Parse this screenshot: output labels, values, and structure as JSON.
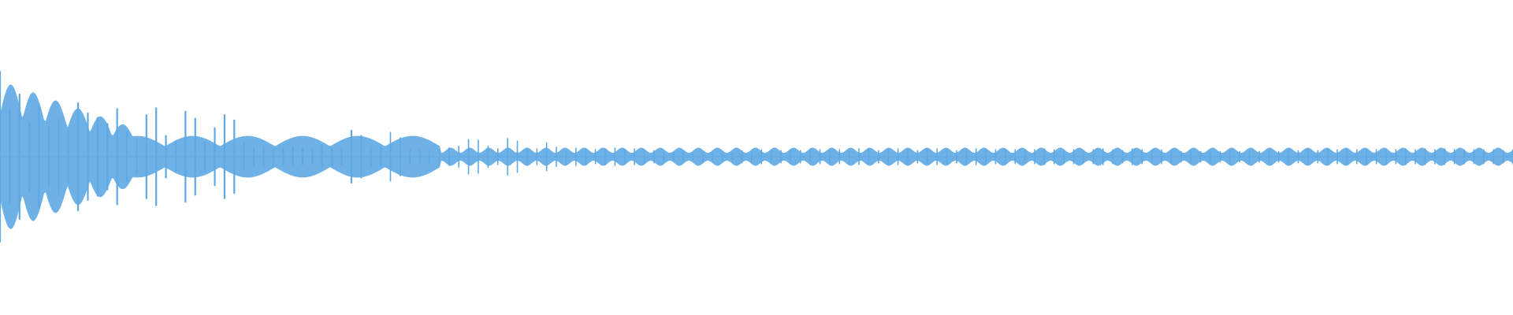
{
  "chart_data": {
    "type": "area",
    "title": "",
    "xlabel": "",
    "ylabel": "",
    "series": [
      {
        "values": [
          0.98,
          0.55,
          0.72,
          0.4,
          0.58,
          0.34,
          0.43,
          0.3,
          0.62,
          0.5,
          0.45,
          0.38,
          0.55,
          0.28,
          0.2,
          0.48,
          0.56,
          0.24,
          0.18,
          0.52,
          0.44,
          0.16,
          0.33,
          0.48,
          0.42,
          0.15,
          0.1,
          0.12,
          0.09,
          0.1,
          0.11,
          0.09,
          0.08,
          0.12,
          0.1,
          0.09,
          0.3,
          0.24,
          0.12,
          0.1,
          0.28,
          0.22,
          0.09,
          0.08,
          0.07,
          0.08,
          0.1,
          0.12,
          0.2,
          0.19,
          0.12,
          0.09,
          0.21,
          0.18,
          0.1,
          0.09,
          0.16,
          0.11,
          0.08,
          0.1,
          0.09,
          0.08,
          0.09,
          0.1,
          0.08,
          0.09,
          0.08,
          0.07,
          0.05,
          0.04,
          0.05,
          0.04,
          0.05,
          0.04,
          0.06,
          0.05,
          0.07,
          0.06,
          0.08,
          0.06,
          0.07,
          0.08,
          0.07,
          0.09,
          0.08,
          0.07,
          0.08,
          0.07,
          0.09,
          0.08,
          0.07,
          0.08,
          0.09,
          0.08,
          0.07,
          0.08,
          0.09,
          0.08,
          0.07,
          0.08,
          0.09,
          0.08,
          0.08,
          0.09,
          0.08,
          0.07,
          0.08,
          0.09,
          0.08,
          0.07,
          0.08,
          0.07,
          0.08,
          0.09,
          0.08,
          0.07,
          0.09,
          0.08,
          0.07,
          0.08,
          0.07,
          0.06,
          0.07,
          0.06,
          0.07,
          0.06,
          0.07,
          0.06,
          0.07,
          0.06,
          0.07,
          0.06,
          0.08,
          0.07,
          0.08,
          0.07,
          0.09,
          0.08,
          0.09,
          0.08,
          0.09,
          0.08,
          0.09,
          0.08,
          0.09,
          0.08,
          0.09,
          0.08,
          0.09,
          0.08,
          0.08,
          0.08,
          0.08,
          0.08,
          0.07,
          0.08
        ]
      }
    ],
    "ylim": [
      -1,
      1
    ],
    "grid": false,
    "colors": {
      "background": "#ffffff",
      "waveform": "#5ea9e4"
    }
  }
}
